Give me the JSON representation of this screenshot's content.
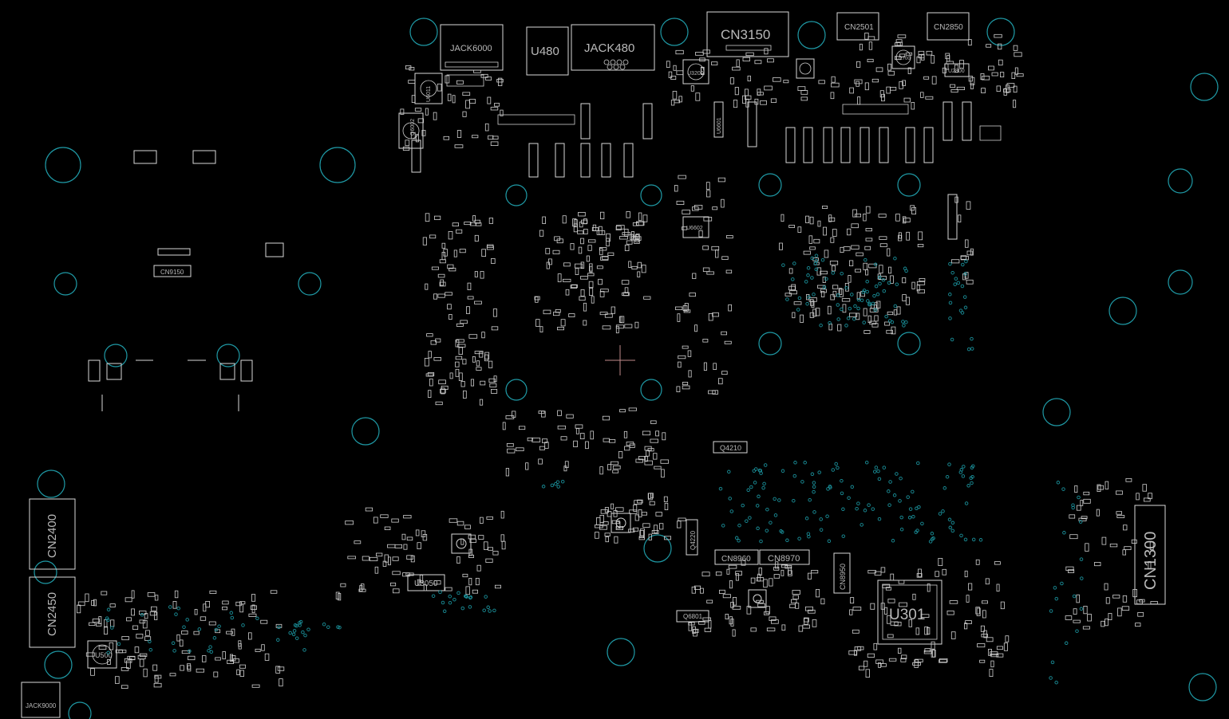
{
  "board": {
    "background": "#000000",
    "silkscreen_color": "#d8d8d8",
    "hole_color": "#1f9aa6",
    "crosshair_color": "#c08a8a"
  },
  "components": {
    "jack6000": "JACK6000",
    "u480": "U480",
    "jack480": "JACK480",
    "cn3150": "CN3150",
    "cn2501": "CN2501",
    "cn2850": "CN2850",
    "u3200": "U3200",
    "u2700": "U2700",
    "u2800": "U2800",
    "u6602": "U6602",
    "cn9150": "CN9150",
    "cn2400": "CN2400",
    "cn2450": "CN2450",
    "u500": "U500",
    "jack9000": "JACK9000",
    "u3050": "U3050",
    "q4210": "Q4210",
    "q4220": "Q4220",
    "cn8960": "CN8960",
    "cn8970": "CN8970",
    "cn8950": "CN8950",
    "u301": "U301",
    "cn1300": "CN1300",
    "q6801": "Q6801",
    "u6011": "U6011",
    "q6002": "Q6002",
    "u6601": "U6601"
  }
}
